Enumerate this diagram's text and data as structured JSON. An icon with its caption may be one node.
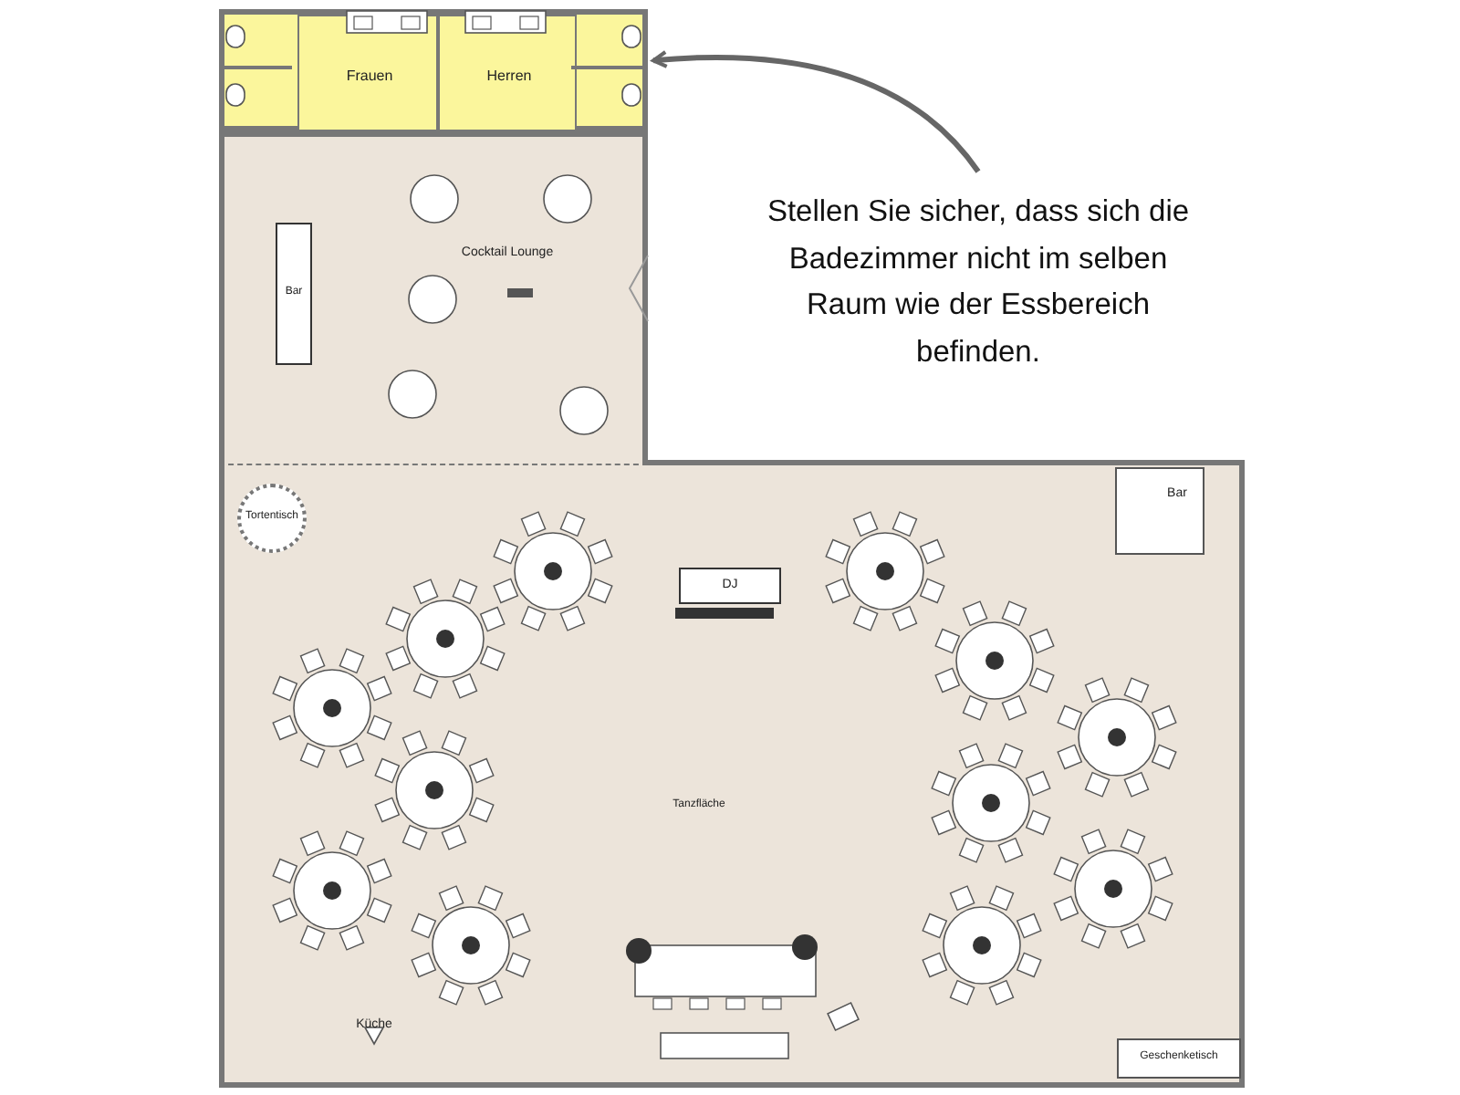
{
  "diagram": {
    "nodes": [
      {
        "text": [],
        "shape": "box"
      },
      {
        "text": [
          "Frauen"
        ],
        "in": 0
      },
      {
        "text": [
          "Herren"
        ],
        "in": 0
      },
      {
        "text": [
          "Cocktail Lounge"
        ]
      },
      {
        "text": [
          "Bar"
        ],
        "in": 3
      },
      {
        "text": [
          "Tanzfläche"
        ]
      },
      {
        "text": [
          "Tortentisch"
        ],
        "in": 5
      },
      {
        "text": [
          "DJ"
        ],
        "in": 5
      },
      {
        "text": [
          "Bar"
        ],
        "in": 5
      },
      {
        "text": [
          "Geschenketisch"
        ],
        "in": 5
      },
      {
        "text": [
          "Stellen Sie sicher, dass sich die Badezimmer nicht im selben Raum wie der Essbereich befinden."
        ]
      }
    ],
    "edges": [
      {
        "from": 10,
        "to": 0,
        "arrow": "to"
      }
    ],
    "labels": [
      "Küche"
    ]
  }
}
